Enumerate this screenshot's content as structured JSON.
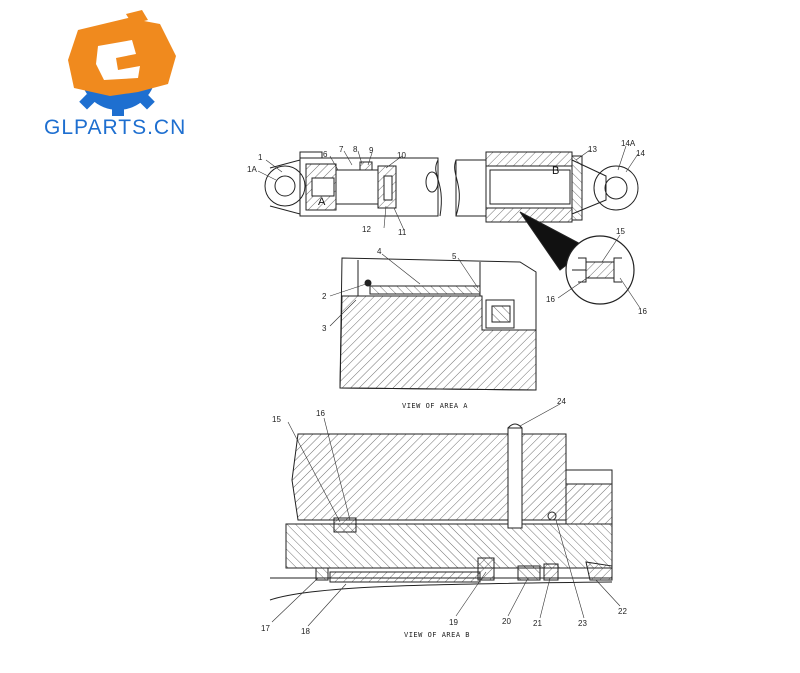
{
  "brand": {
    "name": "GLPARTS.CN",
    "orange": "#f08a1e",
    "blue": "#1e6fd0"
  },
  "top_view": {
    "labels": [
      "1",
      "1A",
      "6",
      "7",
      "8",
      "9",
      "10",
      "12",
      "11",
      "13",
      "14A",
      "14"
    ],
    "area_markers": [
      "A",
      "B"
    ]
  },
  "detail_circle": {
    "labels": [
      "15",
      "16",
      "16"
    ]
  },
  "view_a": {
    "labels": [
      "4",
      "5",
      "2",
      "3"
    ],
    "caption": "VIEW OF AREA A"
  },
  "view_b": {
    "labels": [
      "24",
      "15",
      "16",
      "17",
      "18",
      "19",
      "20",
      "21",
      "23",
      "22"
    ],
    "caption": "VIEW OF AREA B"
  }
}
